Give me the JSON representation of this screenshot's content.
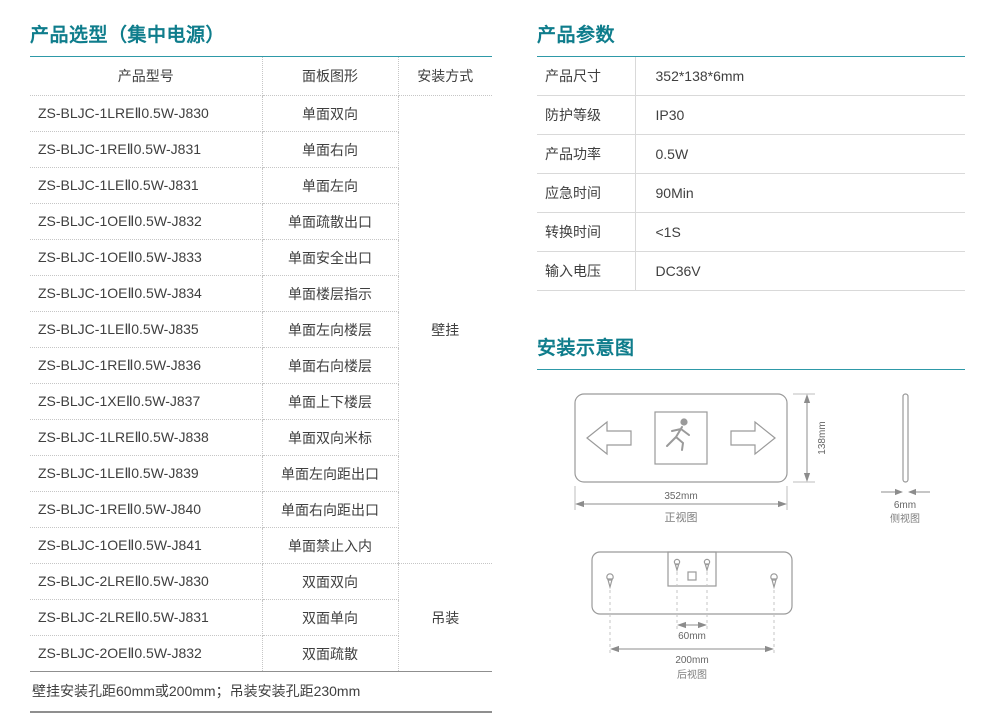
{
  "colors": {
    "accent": "#0f7d8c",
    "accent_line": "#2e99a8",
    "text": "#3f3f3f",
    "diagram_stroke": "#9a9a9a"
  },
  "selection": {
    "title": "产品选型（集中电源）",
    "columns": [
      "产品型号",
      "面板图形",
      "安装方式"
    ],
    "rows": [
      {
        "model": "ZS-BLJC-1LREⅡ0.5W-J830",
        "panel": "单面双向"
      },
      {
        "model": "ZS-BLJC-1REⅡ0.5W-J831",
        "panel": "单面右向"
      },
      {
        "model": "ZS-BLJC-1LEⅡ0.5W-J831",
        "panel": "单面左向"
      },
      {
        "model": "ZS-BLJC-1OEⅡ0.5W-J832",
        "panel": "单面疏散出口"
      },
      {
        "model": "ZS-BLJC-1OEⅡ0.5W-J833",
        "panel": "单面安全出口"
      },
      {
        "model": "ZS-BLJC-1OEⅡ0.5W-J834",
        "panel": "单面楼层指示"
      },
      {
        "model": "ZS-BLJC-1LEⅡ0.5W-J835",
        "panel": "单面左向楼层"
      },
      {
        "model": "ZS-BLJC-1REⅡ0.5W-J836",
        "panel": "单面右向楼层"
      },
      {
        "model": "ZS-BLJC-1XEⅡ0.5W-J837",
        "panel": "单面上下楼层"
      },
      {
        "model": "ZS-BLJC-1LREⅡ0.5W-J838",
        "panel": "单面双向米标"
      },
      {
        "model": "ZS-BLJC-1LEⅡ0.5W-J839",
        "panel": "单面左向距出口"
      },
      {
        "model": "ZS-BLJC-1REⅡ0.5W-J840",
        "panel": "单面右向距出口"
      },
      {
        "model": "ZS-BLJC-1OEⅡ0.5W-J841",
        "panel": "单面禁止入内"
      },
      {
        "model": "ZS-BLJC-2LREⅡ0.5W-J830",
        "panel": "双面双向"
      },
      {
        "model": "ZS-BLJC-2LREⅡ0.5W-J831",
        "panel": "双面单向"
      },
      {
        "model": "ZS-BLJC-2OEⅡ0.5W-J832",
        "panel": "双面疏散"
      }
    ],
    "mounts": [
      {
        "label": "壁挂",
        "start": 0,
        "span": 13
      },
      {
        "label": "吊装",
        "start": 13,
        "span": 3
      }
    ],
    "footnote": "壁挂安装孔距60mm或200mm；吊装安装孔距230mm"
  },
  "parameters": {
    "title": "产品参数",
    "rows": [
      {
        "label": "产品尺寸",
        "value": "352*138*6mm"
      },
      {
        "label": "防护等级",
        "value": "IP30"
      },
      {
        "label": "产品功率",
        "value": "0.5W"
      },
      {
        "label": "应急时间",
        "value": "90Min"
      },
      {
        "label": "转换时间",
        "value": "<1S"
      },
      {
        "label": "输入电压",
        "value": "DC36V"
      }
    ]
  },
  "installation": {
    "title": "安装示意图",
    "front_view": {
      "width": "352mm",
      "height": "138mm",
      "caption": "正视图"
    },
    "side_view": {
      "thickness": "6mm",
      "caption": "侧视图"
    },
    "rear_view": {
      "hole_spacing": "60mm",
      "hole_spacing_wide": "200mm",
      "caption": "后视图"
    }
  }
}
